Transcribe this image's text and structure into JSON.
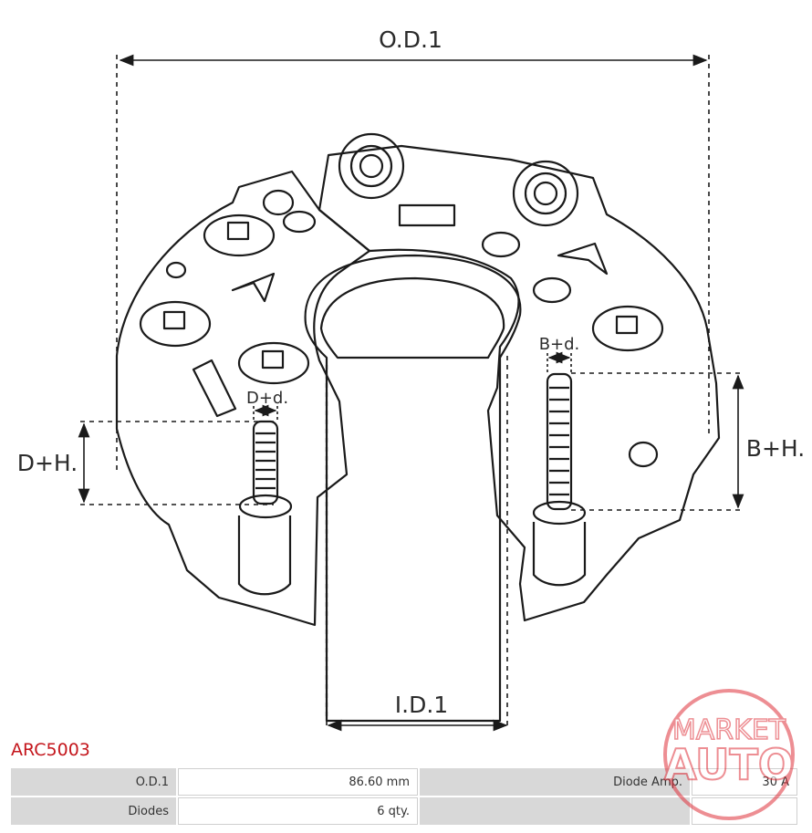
{
  "labels": {
    "od": "O.D.1",
    "id": "I.D.1",
    "dh": "D+H.",
    "dd": "D+d.",
    "bh": "B+H.",
    "bd": "B+d."
  },
  "part_code": "ARC5003",
  "specs": [
    {
      "label1": "O.D.1",
      "value1": "86.60 mm",
      "label2": "Diode Amp.",
      "value2": "30 A"
    },
    {
      "label1": "Diodes",
      "value1": "6 qty.",
      "label2": "",
      "value2": ""
    }
  ],
  "watermark": {
    "line1": "MARKET",
    "line2": "AUTO"
  },
  "colors": {
    "line": "#1a1a1a",
    "part_code": "#c4161c",
    "watermark": "#e0323c"
  }
}
